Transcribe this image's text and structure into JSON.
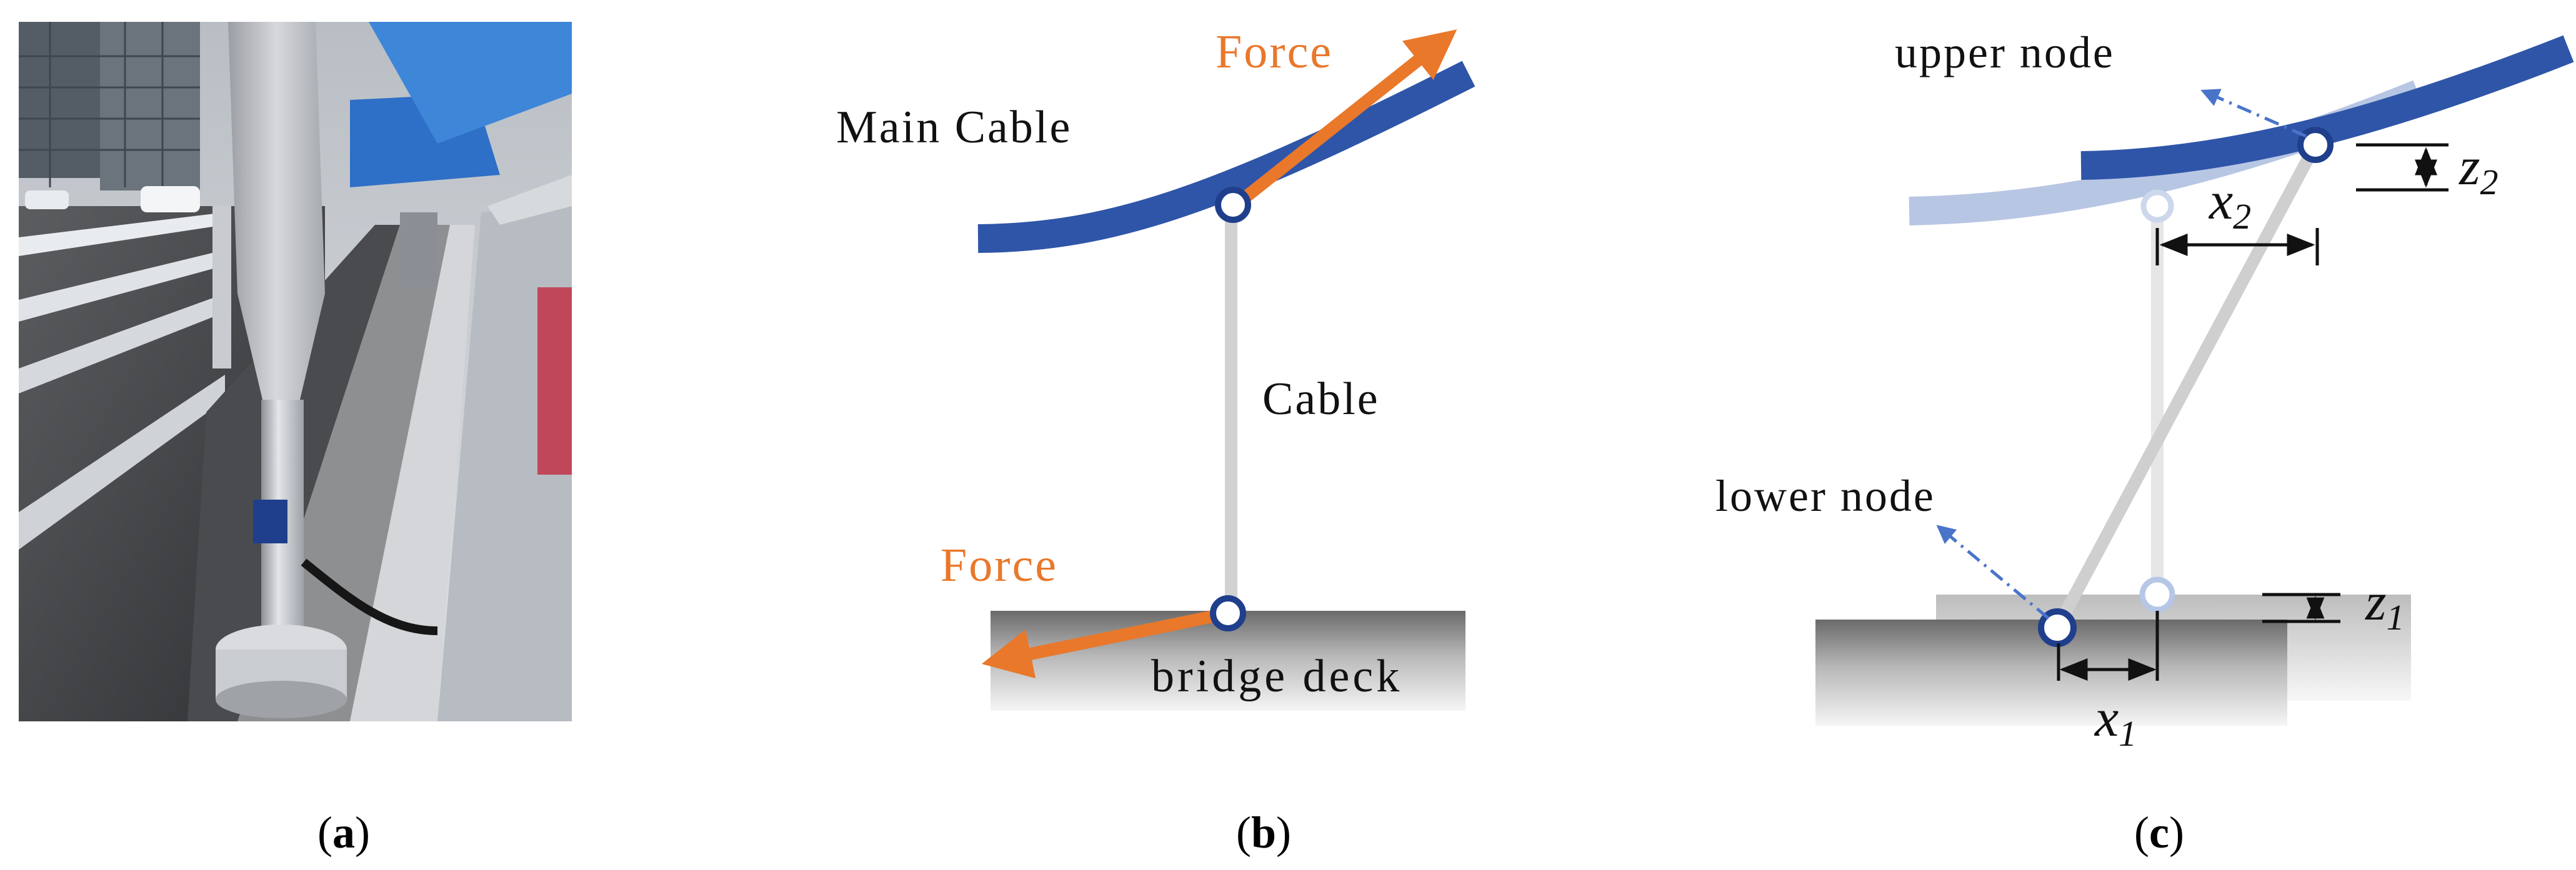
{
  "panels": {
    "a": {
      "label_open": "(",
      "label_letter": "a",
      "label_close": ")"
    },
    "b": {
      "label_open": "(",
      "label_letter": "b",
      "label_close": ")",
      "main_cable": "Main Cable",
      "force_top": "Force",
      "cable": "Cable",
      "force_bottom": "Force",
      "bridge_deck": "bridge deck"
    },
    "c": {
      "label_open": "(",
      "label_letter": "c",
      "label_close": ")",
      "upper_node": "upper node",
      "lower_node": "lower node",
      "x2": {
        "base": "x",
        "sub": "2"
      },
      "z2": {
        "base": "z",
        "sub": "2"
      },
      "x1": {
        "base": "x",
        "sub": "1"
      },
      "z1": {
        "base": "z",
        "sub": "1"
      }
    }
  },
  "colors": {
    "cable_blue": "#2f55a8",
    "force_orange": "#e9782b",
    "hanger_gray": "#d2d2d2",
    "deck_dark": "#6e6e6e",
    "deck_light": "#f2f2f2",
    "node_fill": "#ffffff"
  }
}
